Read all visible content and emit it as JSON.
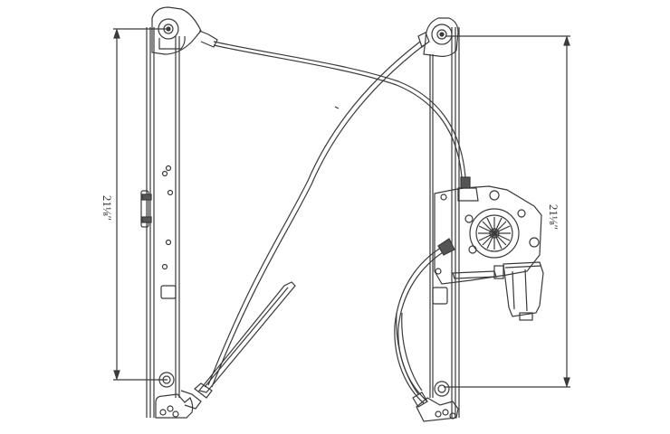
{
  "diagram": {
    "subject": "Power window regulator with motor",
    "background_color": "#ffffff",
    "line_color": "#3a3a3a",
    "dimensions": {
      "left_height": "21⅛″",
      "right_height": "21⅛″"
    },
    "components": {
      "left_rail": "Left guide rail",
      "right_rail": "Right guide rail",
      "motor": "Window regulator motor",
      "cables": "Drive cables",
      "top_left_pulley": "Upper pulley",
      "top_right_pulley": "Upper pulley",
      "bottom_left_pulley": "Lower pulley",
      "bottom_right_pulley": "Lower pulley"
    }
  }
}
